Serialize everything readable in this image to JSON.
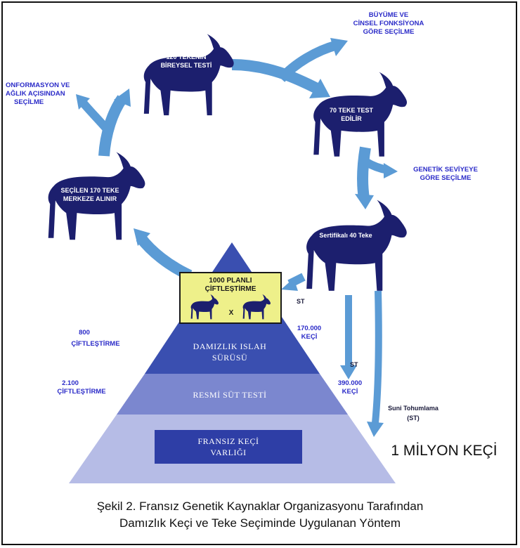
{
  "goats": {
    "top": "120 TEKENİN BİREYSEL TESTİ",
    "right": "70 TEKE TEST EDİLİR",
    "lower_right": "Sertifikalı 40 Teke",
    "left": "SEÇİLEN 170 TEKE MERKEZE ALINIR"
  },
  "selections": {
    "growth": "BÜYÜME VE CİNSEL FONKSİYONA GÖRE SEÇİLME",
    "conformation": "ONFORMASYON VE AĞLIK AÇISINDAN SEÇİLME",
    "genetic": "GENETİK SEVİYEYE GÖRE SEÇİLME"
  },
  "planned_mating": {
    "title": "1000 PLANLI ÇİFTLEŞTİRME",
    "symbol": "X"
  },
  "pyramid": {
    "top": "DAMIZLIK ISLAH SÜRÜSÜ",
    "middle": "RESMİ SÜT TESTİ",
    "bottom": "FRANSIZ KEÇİ VARLIĞI"
  },
  "left_labels": {
    "l800": "800 ÇİFTLEŞTİRME",
    "l2100": "2.100 ÇİFTLEŞTİRME"
  },
  "st_labels": {
    "st1": "ST",
    "st2": "ST",
    "k170": "170.000 KEÇİ",
    "k390": "390.000 KEÇİ",
    "suni": "Suni Tohumlama (ST)"
  },
  "total": "1 MİLYON KEÇİ",
  "caption": {
    "line1": "Şekil 2. Fransız Genetik Kaynaklar Organizasyonu Tarafından",
    "line2": "Damızlık Keçi ve Teke Seçiminde Uygulanan Yöntem"
  },
  "colors": {
    "goat": "#1c1f6e",
    "arrow": "#5b9bd5",
    "pyramid_top": "#3a4fb0",
    "pyramid_mid": "#7b87cf",
    "pyramid_bottom": "#b6bce6",
    "plan_box": "#eef08a",
    "label": "#2b2bc8"
  }
}
